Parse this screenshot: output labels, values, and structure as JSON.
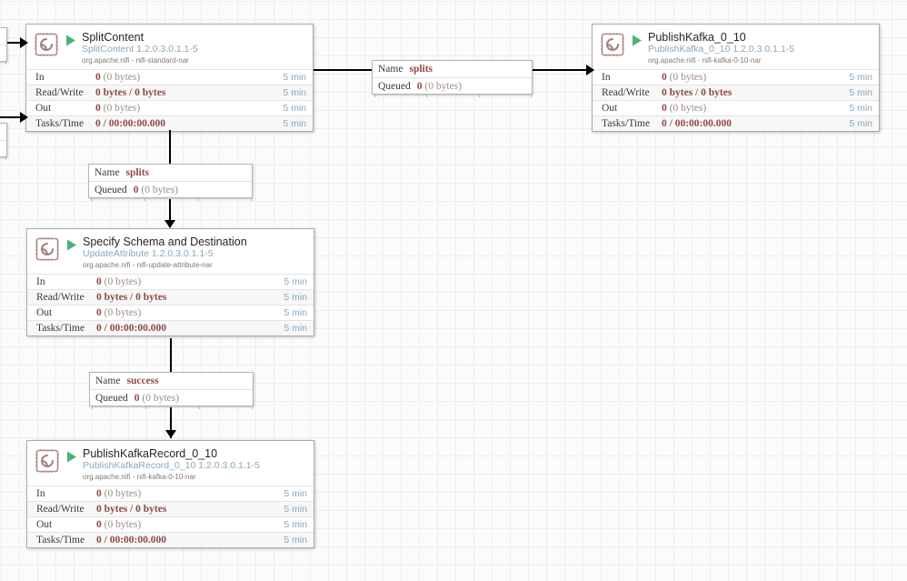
{
  "canvas": {
    "label": "nifi-flow-canvas",
    "grid_minor_color": "#eceef0",
    "grid_major_color": "#e3e7ea",
    "background_color": "#fafbfc",
    "accent_link_color": "#8aa8bd",
    "stat_value_color": "#8e4a44",
    "run_icon_color": "#4eb07a"
  },
  "stat_labels": {
    "in": "In",
    "read_write": "Read/Write",
    "out": "Out",
    "tasks_time": "Tasks/Time"
  },
  "conn_labels": {
    "name": "Name",
    "queued": "Queued"
  },
  "processors": [
    {
      "id": "split-content",
      "name": "SplitContent",
      "type": "SplitContent 1.2.0.3.0.1.1-5",
      "bundle": "org.apache.nifi - nifi-standard-nar",
      "stats": {
        "in": "0",
        "in_bytes": "(0 bytes)",
        "read_write": "0 bytes / 0 bytes",
        "out": "0",
        "out_bytes": "(0 bytes)",
        "tasks_time": "0 / 00:00:00.000",
        "in_window": "5 min",
        "read_write_window": "5 min",
        "out_window": "5 min",
        "tasks_time_window": "5 min"
      }
    },
    {
      "id": "publish-kafka-0-10",
      "name": "PublishKafka_0_10",
      "type": "PublishKafka_0_10 1.2.0.3.0.1.1-5",
      "bundle": "org.apache.nifi - nifi-kafka-0-10-nar",
      "stats": {
        "in": "0",
        "in_bytes": "(0 bytes)",
        "read_write": "0 bytes / 0 bytes",
        "out": "0",
        "out_bytes": "(0 bytes)",
        "tasks_time": "0 / 00:00:00.000",
        "in_window": "5 min",
        "read_write_window": "5 min",
        "out_window": "5 min",
        "tasks_time_window": "5 min"
      }
    },
    {
      "id": "specify-schema-and-destination",
      "name": "Specify Schema and Destination",
      "type": "UpdateAttribute 1.2.0.3.0.1.1-5",
      "bundle": "org.apache.nifi - nifi-update-attribute-nar",
      "stats": {
        "in": "0",
        "in_bytes": "(0 bytes)",
        "read_write": "0 bytes / 0 bytes",
        "out": "0",
        "out_bytes": "(0 bytes)",
        "tasks_time": "0 / 00:00:00.000",
        "in_window": "5 min",
        "read_write_window": "5 min",
        "out_window": "5 min",
        "tasks_time_window": "5 min"
      }
    },
    {
      "id": "publish-kafka-record-0-10",
      "name": "PublishKafkaRecord_0_10",
      "type": "PublishKafkaRecord_0_10 1.2.0.3.0.1.1-5",
      "bundle": "org.apache.nifi - nifi-kafka-0-10-nar",
      "stats": {
        "in": "0",
        "in_bytes": "(0 bytes)",
        "read_write": "0 bytes / 0 bytes",
        "out": "0",
        "out_bytes": "(0 bytes)",
        "tasks_time": "0 / 00:00:00.000",
        "in_window": "5 min",
        "read_write_window": "5 min",
        "out_window": "5 min",
        "tasks_time_window": "5 min"
      }
    }
  ],
  "connections": [
    {
      "id": "splits-to-publish-kafka",
      "name": "splits",
      "queued": "0",
      "queued_bytes": "(0 bytes)"
    },
    {
      "id": "splits-to-update-attribute",
      "name": "splits",
      "queued": "0",
      "queued_bytes": "(0 bytes)"
    },
    {
      "id": "success-to-publish-kafka-record",
      "name": "success",
      "queued": "0",
      "queued_bytes": "(0 bytes)"
    }
  ]
}
